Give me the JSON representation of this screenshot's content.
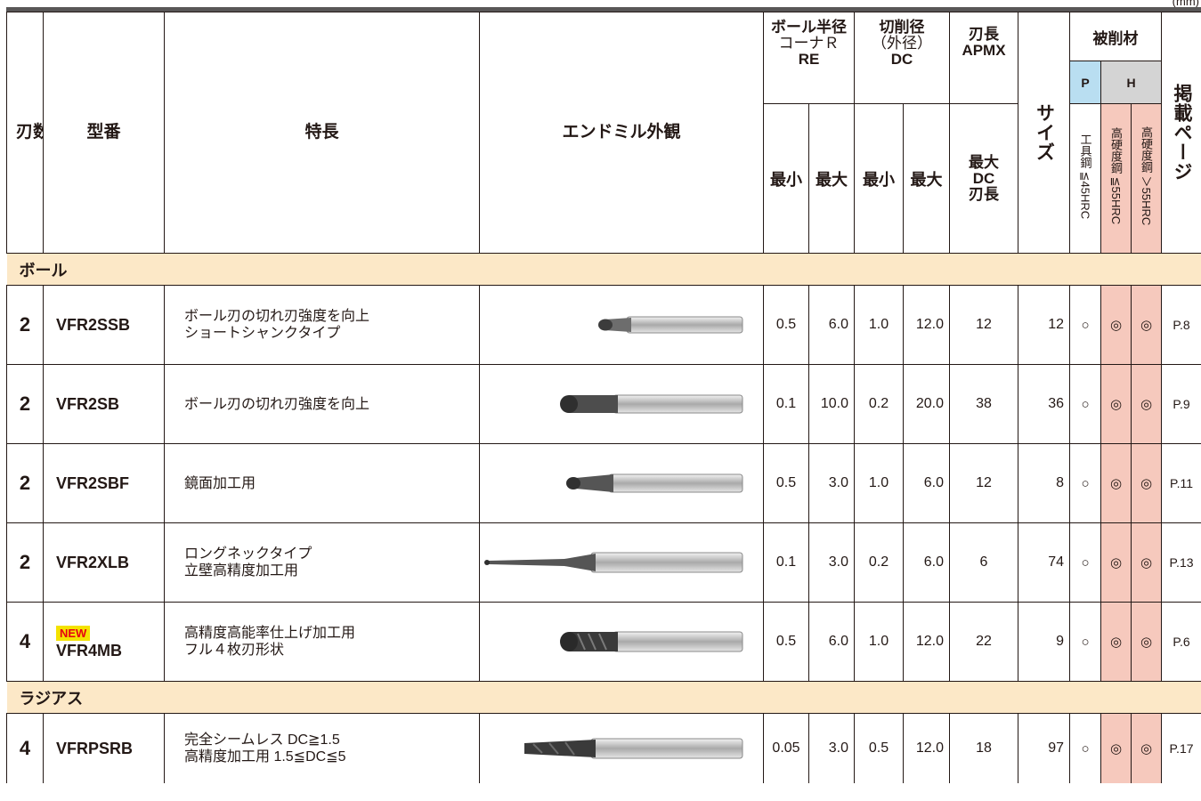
{
  "unit_label": "(mm)",
  "headers": {
    "blades": "刃数",
    "model": "型番",
    "feature": "特長",
    "appearance": "エンドミル外観",
    "re_line1": "ボール半径",
    "re_line2": "コーナＲ",
    "re_line3": "RE",
    "dc_line1": "切削径",
    "dc_line2": "（外径）",
    "dc_line3": "DC",
    "apmx_line1": "刃長",
    "apmx_line2": "APMX",
    "min": "最小",
    "max": "最大",
    "max_dc_len_1": "最大",
    "max_dc_len_2": "DC",
    "max_dc_len_3": "刃長",
    "size": "サイズ",
    "material": "被削材",
    "group_p": "P",
    "group_h": "H",
    "mat1_a": "工具鋼",
    "mat1_b": "≦45HRC",
    "mat2_a": "高硬度鋼",
    "mat2_b": "≦55HRC",
    "mat3_a": "高硬度鋼",
    "mat3_b": "＞55HRC",
    "page": "掲載ページ"
  },
  "sections": [
    {
      "title": "ボール",
      "rows": [
        {
          "blades": "2",
          "new": "",
          "model": "VFR2SSB",
          "feature1": "ボール刃の切れ刃強度を向上",
          "feature2": "ショートシャンクタイプ",
          "re_min": "0.5",
          "re_max": "6.0",
          "dc_min": "1.0",
          "dc_max": "12.0",
          "apmx": "12",
          "size": "12",
          "m1": "○",
          "m2": "◎",
          "m3": "◎",
          "page": "P.8",
          "tool": "short-ball"
        },
        {
          "blades": "2",
          "new": "",
          "model": "VFR2SB",
          "feature1": "ボール刃の切れ刃強度を向上",
          "feature2": "",
          "re_min": "0.1",
          "re_max": "10.0",
          "dc_min": "0.2",
          "dc_max": "20.0",
          "apmx": "38",
          "size": "36",
          "m1": "○",
          "m2": "◎",
          "m3": "◎",
          "page": "P.9",
          "tool": "ball"
        },
        {
          "blades": "2",
          "new": "",
          "model": "VFR2SBF",
          "feature1": "鏡面加工用",
          "feature2": "",
          "re_min": "0.5",
          "re_max": "3.0",
          "dc_min": "1.0",
          "dc_max": "6.0",
          "apmx": "12",
          "size": "8",
          "m1": "○",
          "m2": "◎",
          "m3": "◎",
          "page": "P.11",
          "tool": "ball-finish"
        },
        {
          "blades": "2",
          "new": "",
          "model": "VFR2XLB",
          "feature1": "ロングネックタイプ",
          "feature2": "立壁高精度加工用",
          "re_min": "0.1",
          "re_max": "3.0",
          "dc_min": "0.2",
          "dc_max": "6.0",
          "apmx": "6",
          "size": "74",
          "m1": "○",
          "m2": "◎",
          "m3": "◎",
          "page": "P.13",
          "tool": "long-neck"
        },
        {
          "blades": "4",
          "new": "NEW",
          "model": "VFR4MB",
          "feature1": "高精度高能率仕上げ加工用",
          "feature2": "フル４枚刃形状",
          "re_min": "0.5",
          "re_max": "6.0",
          "dc_min": "1.0",
          "dc_max": "12.0",
          "apmx": "22",
          "size": "9",
          "m1": "○",
          "m2": "◎",
          "m3": "◎",
          "page": "P.6",
          "tool": "four-flute"
        }
      ]
    },
    {
      "title": "ラジアス",
      "rows": [
        {
          "blades": "4",
          "new": "",
          "model": "VFRPSRB",
          "feature1": "完全シームレス DC≧1.5",
          "feature2": "高精度加工用 1.5≦DC≦5",
          "re_min": "0.05",
          "re_max": "3.0",
          "dc_min": "0.5",
          "dc_max": "12.0",
          "apmx": "18",
          "size": "97",
          "m1": "○",
          "m2": "◎",
          "m3": "◎",
          "page": "P.17",
          "tool": "radius"
        }
      ]
    }
  ]
}
